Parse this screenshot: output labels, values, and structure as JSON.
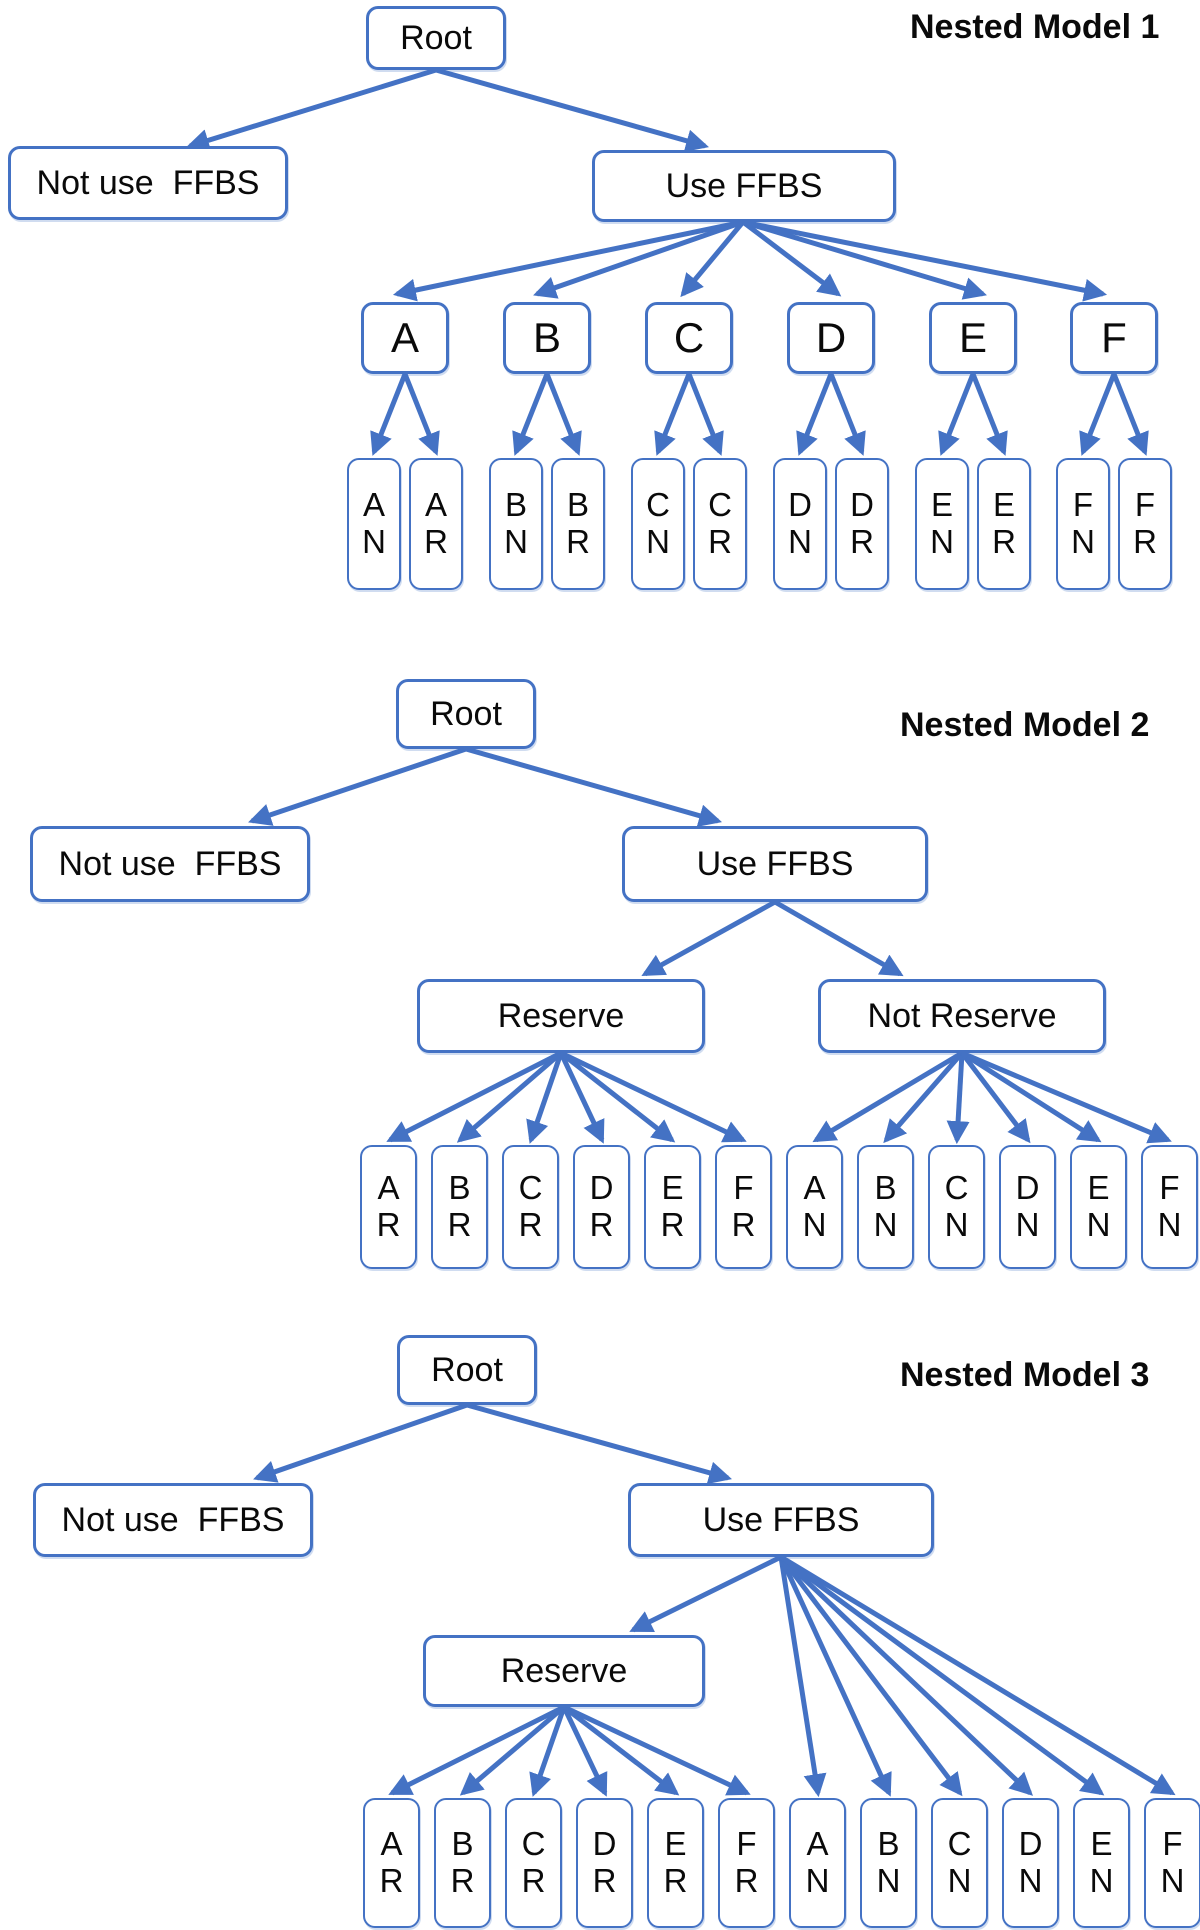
{
  "colors": {
    "accent": "#4472C4",
    "node_border": "#4472C4",
    "text": "#0a0a0a"
  },
  "models": [
    {
      "title": "Nested Model 1",
      "root": "Root",
      "left": "Not use  FFBS",
      "right": "Use FFBS",
      "letters": [
        "A",
        "B",
        "C",
        "D",
        "E",
        "F"
      ],
      "leaves": [
        [
          "A",
          "N"
        ],
        [
          "A",
          "R"
        ],
        [
          "B",
          "N"
        ],
        [
          "B",
          "R"
        ],
        [
          "C",
          "N"
        ],
        [
          "C",
          "R"
        ],
        [
          "D",
          "N"
        ],
        [
          "D",
          "R"
        ],
        [
          "E",
          "N"
        ],
        [
          "E",
          "R"
        ],
        [
          "F",
          "N"
        ],
        [
          "F",
          "R"
        ]
      ]
    },
    {
      "title": "Nested Model 2",
      "root": "Root",
      "left": "Not use  FFBS",
      "right": "Use FFBS",
      "branches": [
        "Reserve",
        "Not Reserve"
      ],
      "leaves": [
        [
          "A",
          "R"
        ],
        [
          "B",
          "R"
        ],
        [
          "C",
          "R"
        ],
        [
          "D",
          "R"
        ],
        [
          "E",
          "R"
        ],
        [
          "F",
          "R"
        ],
        [
          "A",
          "N"
        ],
        [
          "B",
          "N"
        ],
        [
          "C",
          "N"
        ],
        [
          "D",
          "N"
        ],
        [
          "E",
          "N"
        ],
        [
          "F",
          "N"
        ]
      ]
    },
    {
      "title": "Nested Model 3",
      "root": "Root",
      "left": "Not use  FFBS",
      "right": "Use FFBS",
      "branches": [
        "Reserve"
      ],
      "leaves": [
        [
          "A",
          "R"
        ],
        [
          "B",
          "R"
        ],
        [
          "C",
          "R"
        ],
        [
          "D",
          "R"
        ],
        [
          "E",
          "R"
        ],
        [
          "F",
          "R"
        ],
        [
          "A",
          "N"
        ],
        [
          "B",
          "N"
        ],
        [
          "C",
          "N"
        ],
        [
          "D",
          "N"
        ],
        [
          "E",
          "N"
        ],
        [
          "F",
          "N"
        ]
      ]
    }
  ]
}
